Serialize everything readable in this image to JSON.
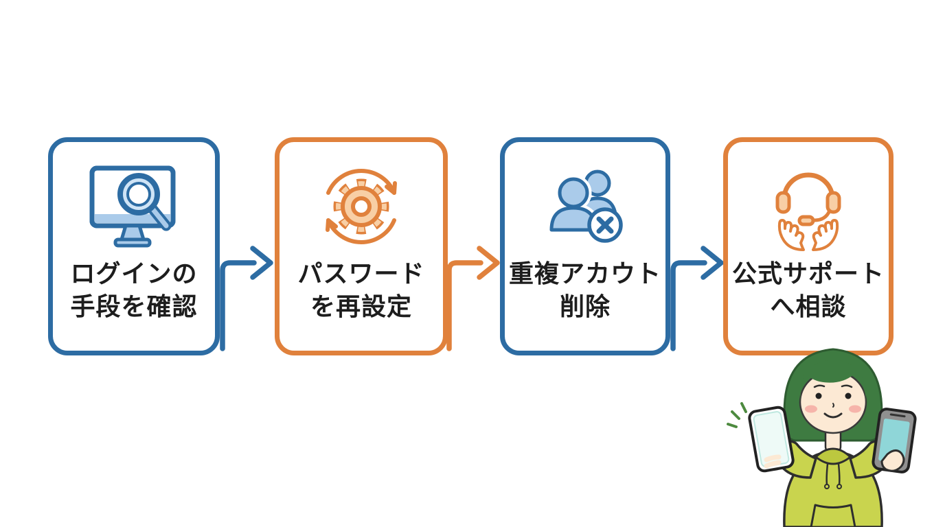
{
  "diagram": {
    "steps": [
      {
        "line1": "ログインの",
        "line2": "手段を確認",
        "icon": "monitor-search-icon",
        "accent_color": "#2d6ca3"
      },
      {
        "line1": "パスワード",
        "line2": "を再設定",
        "icon": "gear-refresh-icon",
        "accent_color": "#e0813c"
      },
      {
        "line1": "重複アカウト",
        "line2": "削除",
        "icon": "duplicate-account-delete-icon",
        "accent_color": "#2d6ca3"
      },
      {
        "line1": "公式サポート",
        "line2": "へ相談",
        "icon": "headset-support-icon",
        "accent_color": "#e0813c"
      }
    ],
    "arrows": [
      {
        "from_step": 1,
        "to_step": 2,
        "color": "#2d6ca3"
      },
      {
        "from_step": 2,
        "to_step": 3,
        "color": "#e0813c"
      },
      {
        "from_step": 3,
        "to_step": 4,
        "color": "#2d6ca3"
      }
    ]
  },
  "colors": {
    "blue": "#2d6ca3",
    "blue_light": "#aacbea",
    "orange": "#e0813c",
    "orange_light": "#f8cfa5",
    "text": "#1d1d1d",
    "background": "#ffffff",
    "hair_green": "#3e7b41",
    "hoodie_green": "#c9d44e",
    "skin": "#fce9d4",
    "blush": "#f6b4aa",
    "phone_screen_teal": "#8fd6d8"
  },
  "illustration": {
    "character": "woman-with-green-hair-holding-two-smartphones"
  }
}
